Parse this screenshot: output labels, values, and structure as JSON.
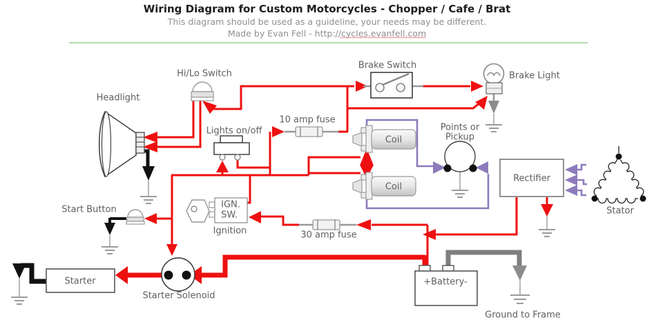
{
  "header": {
    "title": "Wiring Diagram for Custom Motorcycles - Chopper / Cafe / Brat",
    "subtitle": "This diagram should be used as a guideline, your needs may be different.",
    "byline_prefix": "Made by Evan Fell - http://",
    "byline_link": "cycles.evanfell.com"
  },
  "labels": {
    "headlight": "Headlight",
    "hi_lo_switch": "Hi/Lo Switch",
    "lights_on_off": "Lights on/off",
    "fuse_10": "10 amp fuse",
    "brake_switch": "Brake Switch",
    "brake_light": "Brake Light",
    "points_line1": "Points or",
    "points_line2": "Pickup",
    "coil": "Coil",
    "rectifier": "Rectifier",
    "stator": "Stator",
    "start_button": "Start Button",
    "ign_sw_line1": "IGN.",
    "ign_sw_line2": "SW.",
    "ignition": "Ignition",
    "fuse_30": "30 amp fuse",
    "starter": "Starter",
    "starter_solenoid": "Starter Solenoid",
    "battery": "+Battery-",
    "ground_to_frame": "Ground to Frame"
  },
  "colors": {
    "hot_wire_red": "#ee1010",
    "ignition_secondary_purple": "#8d7bbc",
    "ground_gray": "#8c8c8c",
    "ground_black": "#111111",
    "divider_green": "#b6d7b0"
  }
}
